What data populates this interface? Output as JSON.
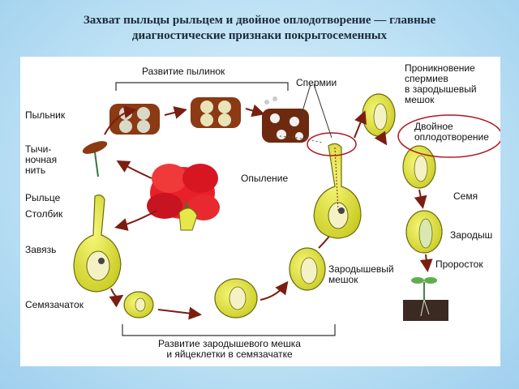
{
  "title": {
    "line1": "Захват пыльцы рыльцем и двойное оплодотворение — главные",
    "line2": "диагностические признаки покрытосеменных"
  },
  "labels": {
    "anther_development": "Развитие пылинок",
    "sperm": "Спермии",
    "penetration_line1": "Проникновение",
    "penetration_line2": "спермиев",
    "penetration_line3": "в зародышевый",
    "penetration_line4": "мешок",
    "double_fert_line1": "Двойное",
    "double_fert_line2": "оплодотворение",
    "anther": "Пыльник",
    "filament_line1": "Тычи-",
    "filament_line2": "ночная",
    "filament_line3": "нить",
    "pollination": "Опыление",
    "stigma": "Рыльце",
    "style": "Столбик",
    "seed": "Семя",
    "ovary": "Завязь",
    "embryo": "Зародыш",
    "sprout": "Проросток",
    "embryo_sac_line1": "Зародышевый",
    "embryo_sac_line2": "мешок",
    "ovule": "Семязачаток",
    "sac_development_line1": "Развитие зародышевого мешка",
    "sac_development_line2": "и яйцеклетки в семязачатке"
  },
  "colors": {
    "pistil": "#e6e84a",
    "pistil_outline": "#6b6a10",
    "arrow": "#7a1e12",
    "anther": "#8b3a14",
    "flower": "#e8202a",
    "circle_highlight": "#b01822"
  }
}
